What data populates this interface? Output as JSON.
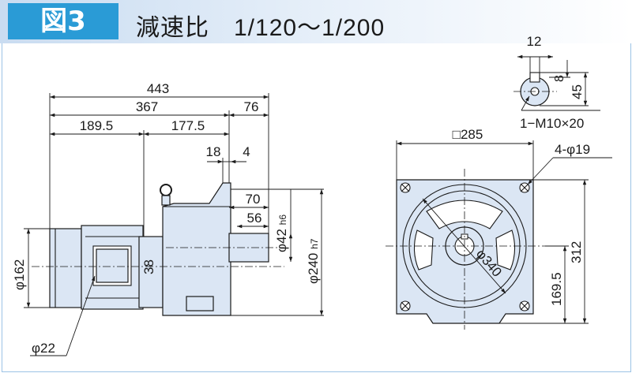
{
  "header": {
    "figure_label": "図3",
    "title": "減速比　1/120～1/200"
  },
  "side_view": {
    "dim_443": "443",
    "dim_367": "367",
    "dim_76": "76",
    "dim_189_5": "189.5",
    "dim_177_5": "177.5",
    "dim_18": "18",
    "dim_4": "4",
    "dim_70": "70",
    "dim_56": "56",
    "dim_phi42": "φ42",
    "dim_phi42_tol": "h6",
    "dim_phi240": "φ240",
    "dim_phi240_tol": "h7",
    "dim_38": "38",
    "dim_phi162": "φ162",
    "dim_phi22": "φ22"
  },
  "shaft_detail": {
    "dim_12": "12",
    "dim_8": "8",
    "dim_45": "45",
    "thread_note": "1−M10×20"
  },
  "front_view": {
    "dim_square_285": "□285",
    "dim_holes": "4-φ19",
    "dim_312": "312",
    "dim_169_5": "169.5",
    "dim_phi340": "φ340"
  }
}
